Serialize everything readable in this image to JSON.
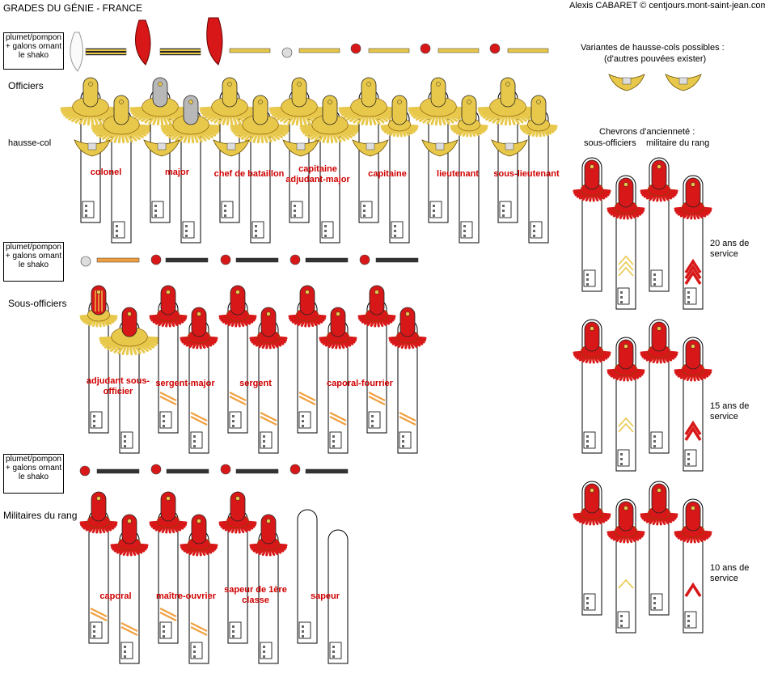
{
  "header": {
    "title": "GRADES DU GÉNIE - FRANCE",
    "credit": "Alexis CABARET © centjours.mont-saint-jean.com"
  },
  "shako_box_label": "plumet/pompon + galons ornant le shako",
  "sections": {
    "officers": "Officiers",
    "nco": "Sous-officiers",
    "rank_and_file": "Militaires du rang"
  },
  "hausse_col_label": "hausse-col",
  "officer_ranks": [
    "colonel",
    "major",
    "chef de bataillon",
    "capitaine adjudant-major",
    "capitaine",
    "lieutenant",
    "sous-lieutenant"
  ],
  "nco_ranks": [
    "adjudant sous-officier",
    "sergent-major",
    "sergent",
    "caporal-fourrier"
  ],
  "rank_and_file_ranks": [
    "caporal",
    "maître-ouvrier",
    "sapeur de 1ère classe",
    "sapeur"
  ],
  "gorget_variants": {
    "title": "Variantes de hausse-cols possibles :",
    "subtitle": "(d'autres pouvées exister)"
  },
  "seniority": {
    "title": "Chevrons d'ancienneté :",
    "col_nco": "sous-officiers",
    "col_rank": "militaire du rang",
    "levels": [
      "20 ans de service",
      "15 ans de service",
      "10 ans de service"
    ]
  },
  "colors": {
    "gold": "#e8c84a",
    "silver": "#b8b8b8",
    "red": "#d81818",
    "dark_red": "#8a0000",
    "orange": "#f0a040"
  }
}
